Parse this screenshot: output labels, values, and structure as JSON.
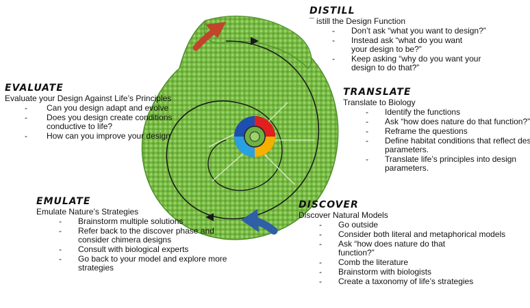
{
  "colors": {
    "spiral_green": "#7cc04a",
    "spiral_dark_green": "#4f8f2c",
    "arrow_red": "#c0452a",
    "arrow_blue": "#2f5fa6"
  },
  "sections": {
    "distill": {
      "heading": "DISTILL",
      "subtitle": "¯ istill the Design Function",
      "items": [
        "Don’t ask “what you want to design?”",
        "Instead ask “what do you want your design to be?”",
        "Keep asking “why do you want your design to do that?”"
      ]
    },
    "translate": {
      "heading": "TRANSLATE",
      "subtitle": "Translate to Biology",
      "items": [
        "Identify the functions",
        "Ask “how does nature do that function?”",
        "Reframe the questions",
        "Define habitat conditions that reflect design parameters.",
        "Translate life’s principles into design parameters."
      ]
    },
    "evaluate": {
      "heading": "EVALUATE",
      "subtitle": "Evaluate your Design Against Life’s Principles",
      "items": [
        "Can you design adapt and evolve",
        "Does you design create conditions conductive to life?",
        "How can you improve your design"
      ]
    },
    "emulate": {
      "heading": "EMULATE",
      "subtitle": "Emulate Nature’s Strategies",
      "items": [
        "Brainstorm multiple solutions",
        "Refer back to the discover phase and consider chimera designs",
        "Consult with biological experts",
        "Go back to your model and explore more strategies"
      ]
    },
    "discover": {
      "heading": "DISCOVER",
      "subtitle": "Discover Natural Models",
      "items": [
        "Go outside",
        "Consider both literal and metaphorical models",
        "Ask “how does nature do that function?”",
        "Comb the literature",
        "Brainstorm with biologists",
        "Create a taxonomy of life’s strategies"
      ]
    }
  }
}
